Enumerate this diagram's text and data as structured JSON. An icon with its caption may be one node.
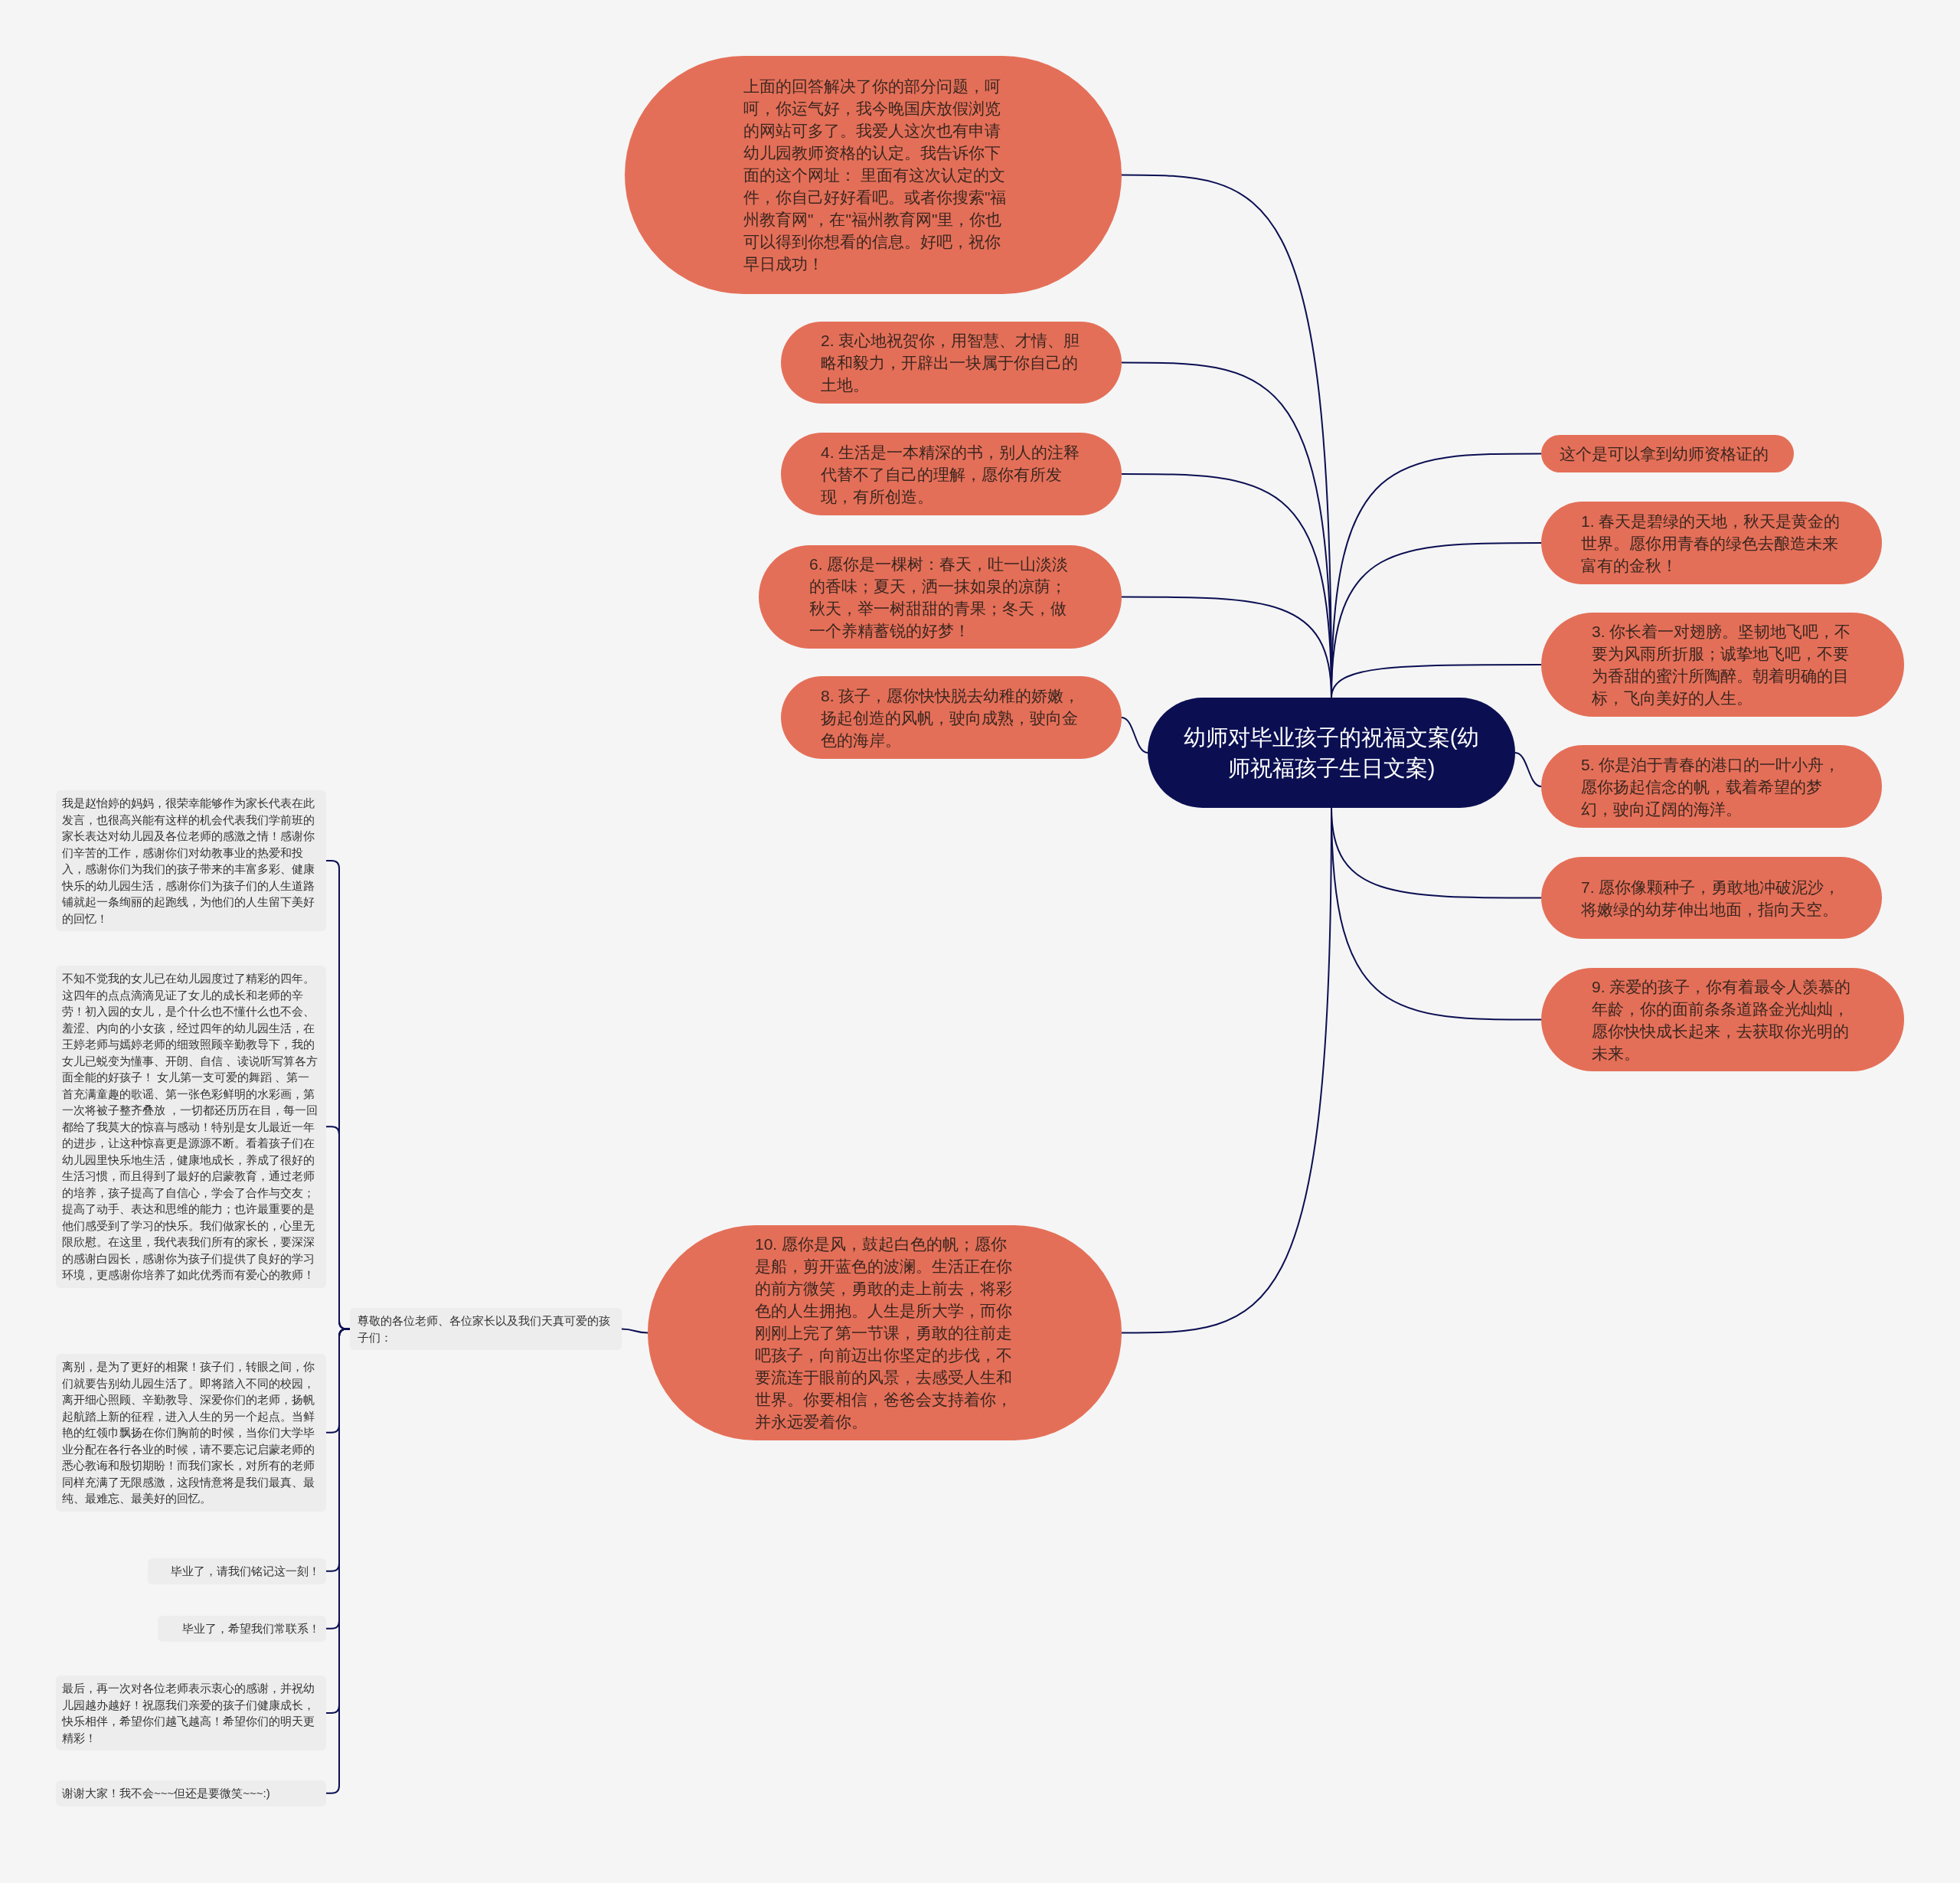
{
  "diagram": {
    "nodes": [
      {
        "text": [
          "幼师对毕业孩子的祝福文案(幼师祝福孩子生日文案)"
        ]
      },
      {
        "text": [
          "上面的回答解决了你的部分问题，呵呵，你运气好，我今晚国庆放假浏览的网站可多了。我爱人这次也有申请幼儿园教师资格的认定。我告诉你下面的这个网址： 里面有这次认定的文件，你自己好好看吧。或者你搜索\"福州教育网\"，在\"福州教育网\"里，你也可以得到你想看的信息。好吧，祝你早日成功！"
        ]
      },
      {
        "text": [
          "2. 衷心地祝贺你，用智慧、才情、胆略和毅力，开辟出一块属于你自己的土地。"
        ]
      },
      {
        "text": [
          "4. 生活是一本精深的书，别人的注释代替不了自己的理解，愿你有所发现，有所创造。"
        ]
      },
      {
        "text": [
          "6. 愿你是一棵树：春天，吐一山淡淡的香味；夏天，洒一抹如泉的凉荫；秋天，举一树甜甜的青果；冬天，做一个养精蓄锐的好梦！"
        ]
      },
      {
        "text": [
          "8. 孩子，愿你快快脱去幼稚的娇嫩，扬起创造的风帆，驶向成熟，驶向金色的海岸。"
        ]
      },
      {
        "text": [
          "这个是可以拿到幼师资格证的"
        ]
      },
      {
        "text": [
          "1. 春天是碧绿的天地，秋天是黄金的世界。愿你用青春的绿色去酿造未来富有的金秋！"
        ]
      },
      {
        "text": [
          "3. 你长着一对翅膀。坚韧地飞吧，不要为风雨所折服；诚挚地飞吧，不要为香甜的蜜汁所陶醉。朝着明确的目标，飞向美好的人生。"
        ]
      },
      {
        "text": [
          "5. 你是泊于青春的港口的一叶小舟，愿你扬起信念的帆，载着希望的梦幻，驶向辽阔的海洋。"
        ]
      },
      {
        "text": [
          "7. 愿你像颗种子，勇敢地冲破泥沙，将嫩绿的幼芽伸出地面，指向天空。"
        ]
      },
      {
        "text": [
          "9. 亲爱的孩子，你有着最令人羡慕的年龄，你的面前条条道路金光灿灿，愿你快快成长起来，去获取你光明的未来。"
        ]
      },
      {
        "text": [
          "10. 愿你是风，鼓起白色的帆；愿你是船，剪开蓝色的波澜。生活正在你的前方微笑，勇敢的走上前去，将彩色的人生拥抱。人生是所大学，而你刚刚上完了第一节课，勇敢的往前走吧孩子，向前迈出你坚定的步伐，不要流连于眼前的风景，去感受人生和世界。你要相信，爸爸会支持着你，并永远爱着你。"
        ]
      },
      {
        "text": [
          "尊敬的各位老师、各位家长以及我们天真可爱的孩子们："
        ]
      },
      {
        "text": [
          "我是赵怡婷的妈妈，很荣幸能够作为家长代表在此发言，也很高兴能有这样的机会代表我们学前班的家长表达对幼儿园及各位老师的感激之情！感谢你们辛苦的工作，感谢你们对幼教事业的热爱和投入，感谢你们为我们的孩子带来的丰富多彩、健康快乐的幼儿园生活，感谢你们为孩子们的人生道路铺就起一条绚丽的起跑线，为他们的人生留下美好的回忆！"
        ]
      },
      {
        "text": [
          "不知不觉我的女儿已在幼儿园度过了精彩的四年。这四年的点点滴滴见证了女儿的成长和老师的辛劳！初入园的女儿，是个什么也不懂什么也不会、羞涩、内向的小女孩，经过四年的幼儿园生活，在王婷老师与嫣婷老师的细致照顾辛勤教导下，我的女儿已蜕变为懂事、开朗、自信 、读说听写算各方面全能的好孩子！ 女儿第一支可爱的舞蹈 、第一首充满童趣的歌谣、第一张色彩鲜明的水彩画，第一次将被子整齐叠放 ，一切都还历历在目，每一回都给了我莫大的惊喜与感动！特别是女儿最近一年的进步，让这种惊喜更是源源不断。看着孩子们在幼儿园里快乐地生活，健康地成长，养成了很好的生活习惯，而且得到了最好的启蒙教育，通过老师的培养，孩子提高了自信心，学会了合作与交友；提高了动手、表达和思维的能力；也许最重要的是他们感受到了学习的快乐。我们做家长的，心里无限欣慰。在这里，我代表我们所有的家长，要深深的感谢白园长，感谢你为孩子们提供了良好的学习环境，更感谢你培养了如此优秀而有爱心的教师！"
        ]
      },
      {
        "text": [
          "离别，是为了更好的相聚！孩子们，转眼之间，你们就要告别幼儿园生活了。即将踏入不同的校园，离开细心照顾、辛勤教导、深爱你们的老师，扬帆起航踏上新的征程，进入人生的另一个起点。当鲜艳的红领巾飘扬在你们胸前的时候，当你们大学毕业分配在各行各业的时候，请不要忘记启蒙老师的悉心教诲和殷切期盼！而我们家长，对所有的老师同样充满了无限感激，这段情意将是我们最真、最纯、最难忘、最美好的回忆。"
        ]
      },
      {
        "text": [
          "毕业了，请我们铭记这一刻！"
        ]
      },
      {
        "text": [
          "毕业了，希望我们常联系！"
        ]
      },
      {
        "text": [
          "最后，再一次对各位老师表示衷心的感谢，并祝幼儿园越办越好！祝愿我们亲爱的孩子们健康成长，快乐相伴，希望你们越飞越高！希望你们的明天更精彩！"
        ]
      },
      {
        "text": [
          "谢谢大家！我不会~~~但还是要微笑~~~:)"
        ]
      }
    ],
    "edges": [
      {
        "from": 0,
        "to": 1,
        "arrow": "none"
      },
      {
        "from": 0,
        "to": 2,
        "arrow": "none"
      },
      {
        "from": 0,
        "to": 3,
        "arrow": "none"
      },
      {
        "from": 0,
        "to": 4,
        "arrow": "none"
      },
      {
        "from": 0,
        "to": 5,
        "arrow": "none"
      },
      {
        "from": 0,
        "to": 6,
        "arrow": "none"
      },
      {
        "from": 0,
        "to": 7,
        "arrow": "none"
      },
      {
        "from": 0,
        "to": 8,
        "arrow": "none"
      },
      {
        "from": 0,
        "to": 9,
        "arrow": "none"
      },
      {
        "from": 0,
        "to": 10,
        "arrow": "none"
      },
      {
        "from": 0,
        "to": 11,
        "arrow": "none"
      },
      {
        "from": 0,
        "to": 12,
        "arrow": "none"
      },
      {
        "from": 12,
        "to": 13,
        "arrow": "none"
      },
      {
        "from": 13,
        "to": 14,
        "arrow": "none"
      },
      {
        "from": 13,
        "to": 15,
        "arrow": "none"
      },
      {
        "from": 13,
        "to": 16,
        "arrow": "none"
      },
      {
        "from": 13,
        "to": 17,
        "arrow": "none"
      },
      {
        "from": 13,
        "to": 18,
        "arrow": "none"
      },
      {
        "from": 13,
        "to": 19,
        "arrow": "none"
      },
      {
        "from": 13,
        "to": 20,
        "arrow": "none"
      }
    ]
  }
}
